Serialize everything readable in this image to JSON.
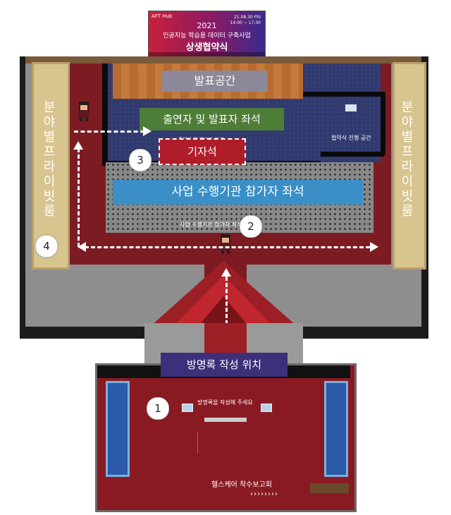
{
  "banner": {
    "logo": "AFT Hub",
    "year": "2021",
    "subtitle": "인공지능 학습용 데이터 구축사업",
    "title": "상생협약식",
    "date_line1": "21.08.30 FRI",
    "date_line2": "14:00 ~ 17:30"
  },
  "areas": {
    "stage": "발표공간",
    "performers": "출연자 및 발표자 좌석",
    "press": "기자석",
    "press_small": "출연자 및 발표자 좌석",
    "participants": "사업 수행기관 참가자 좌석",
    "participants_small": "사업 수행기관 참가자 좌석",
    "agreement_space": "협약식 진행 공간",
    "guestbook": "방명록 작성 위치",
    "guestbook_prompt": "방명록을 작성해 주세요",
    "healthcare": "헬스케어 착수보고회",
    "left_room": [
      "분",
      "야",
      "별",
      "프",
      "라",
      "이",
      "빗",
      "룸"
    ],
    "right_room": [
      "분",
      "야",
      "별",
      "프",
      "라",
      "이",
      "빗",
      "룸"
    ]
  },
  "markers": [
    "1",
    "2",
    "3",
    "4"
  ],
  "colors": {
    "carpet": "#7d1b22",
    "arrow": "#ffffff",
    "stage_label": "#8a8aa0",
    "performer_label": "#4e7d38",
    "press_label": "#b01d2a",
    "participant_label": "#3a8fc7",
    "guestbook_label": "#3d2f7a"
  },
  "icons": [
    "avatar-character",
    "dashed-arrow",
    "number-marker"
  ]
}
